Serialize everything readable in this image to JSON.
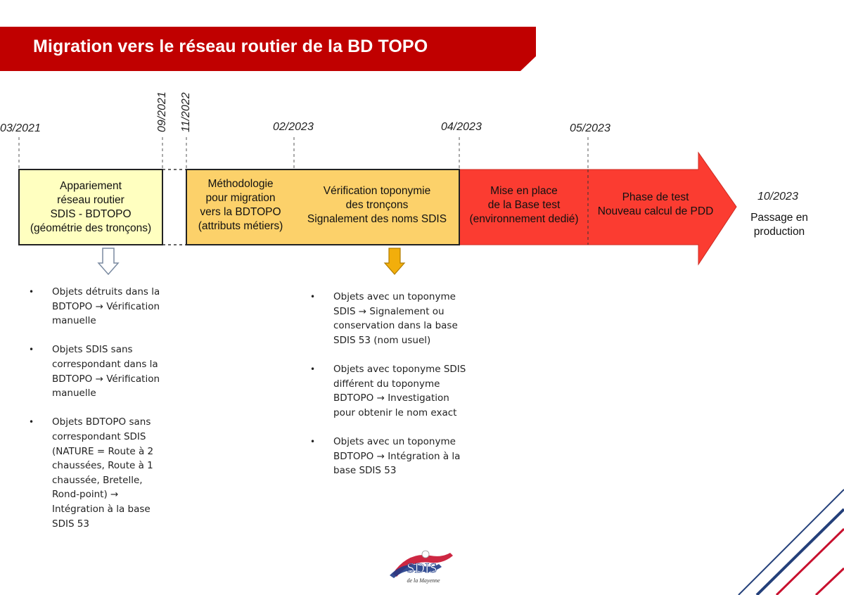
{
  "title": "Migration vers le réseau routier de la BD TOPO",
  "colors": {
    "banner": "#c00000",
    "box_light_yellow": "#ffffc0",
    "box_orange": "#fcd16a",
    "arrow_red": "#fb3c31",
    "down_arrow_outline": "#7a8aa0",
    "down_arrow_fill": "#f2ae0b"
  },
  "timeline": {
    "dates": {
      "d1": "03/2021",
      "d2": "09/2021",
      "d3": "11/2022",
      "d4": "02/2023",
      "d5": "04/2023",
      "d6": "05/2023",
      "d7": "10/2023"
    },
    "phases": {
      "p1": "Appariement\nréseau routier\nSDIS - BDTOPO\n(géométrie des tronçons)",
      "p2": "Méthodologie\npour migration\nvers la BDTOPO\n(attributs métiers)",
      "p3": "Vérification toponymie\ndes tronçons\nSignalement des noms SDIS",
      "p4": "Mise en place\nde la Base test\n(environnement dedié)",
      "p5": "Phase de test\nNouveau calcul de PDD"
    },
    "end_label": "Passage en\nproduction"
  },
  "notes_left": [
    "Objets détruits dans la\nBDTOPO → Vérification\nmanuelle",
    "Objets SDIS sans\ncorrespondant dans la\nBDTOPO → Vérification\nmanuelle",
    "Objets BDTOPO sans\ncorrespondant SDIS\n(NATURE = Route à 2\nchaussées, Route à 1\nchaussée, Bretelle,\nRond-point) →\nIntégration à la base\nSDIS 53"
  ],
  "notes_right": [
    "Objets avec un toponyme\nSDIS → Signalement ou\nconservation dans la base\nSDIS 53 (nom usuel)",
    "Objets avec toponyme SDIS\ndifférent du toponyme\nBDTOPO → Investigation\npour obtenir le nom exact",
    "Objets avec un toponyme\nBDTOPO → Intégration à la\nbase SDIS 53"
  ],
  "logo": {
    "text": "SDIS",
    "subtext": "de la Mayenne"
  }
}
